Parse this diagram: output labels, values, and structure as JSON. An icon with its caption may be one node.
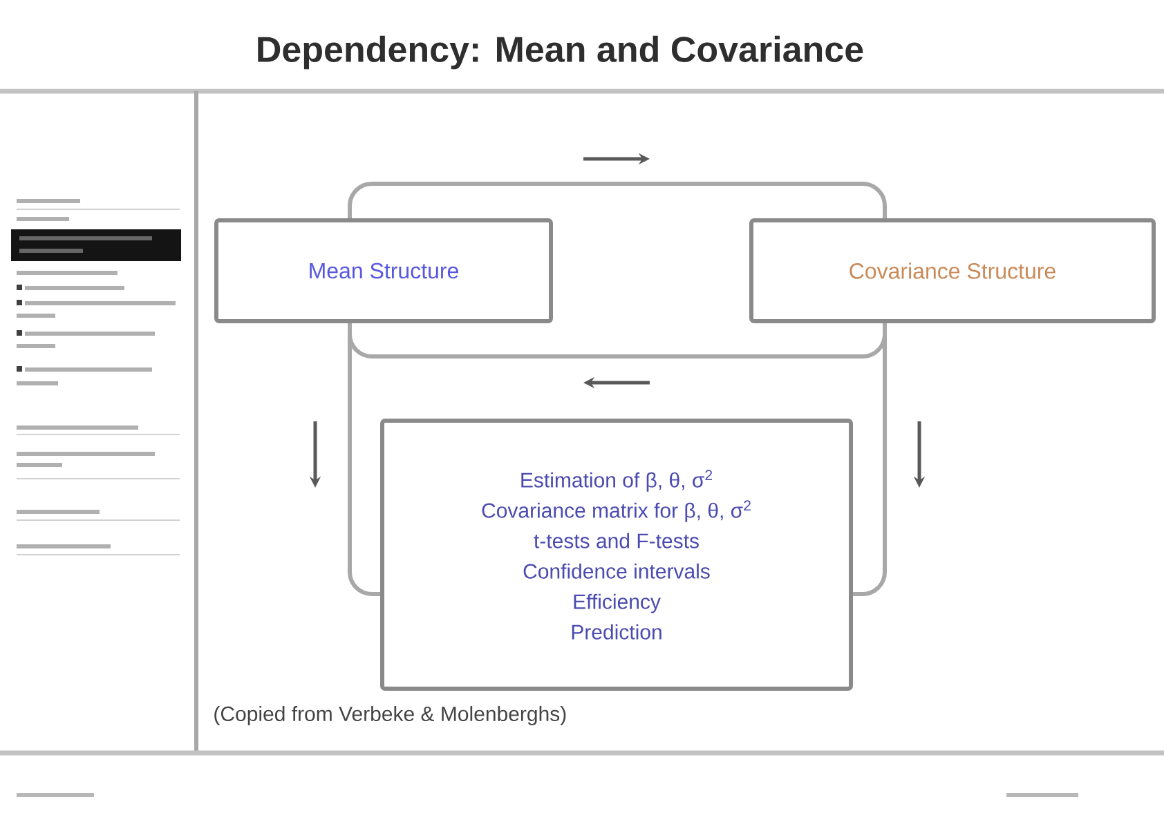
{
  "diagram": {
    "title": "Dependency: Mean and Covariance",
    "caption": "(Copied from Verbeke & Molenberghs)",
    "nodes": [
      {
        "text": [
          "Mean Structure"
        ]
      },
      {
        "text": [
          "Covariance Structure"
        ]
      },
      {
        "text": [
          "Estimation of β, θ, σ$^{2}$",
          "Covariance matrix for β, θ, σ$^{2}$",
          "t-tests and F-tests",
          "Confidence intervals",
          "Efficiency",
          "Prediction"
        ]
      }
    ],
    "edges": [
      {
        "from": 0,
        "to": 1,
        "arrow": "none"
      },
      {
        "from": 0,
        "to": 1,
        "arrow": "none"
      },
      {
        "from": 0,
        "to": 2,
        "arrow": "none"
      },
      {
        "from": 1,
        "to": 2,
        "arrow": "none"
      }
    ]
  }
}
